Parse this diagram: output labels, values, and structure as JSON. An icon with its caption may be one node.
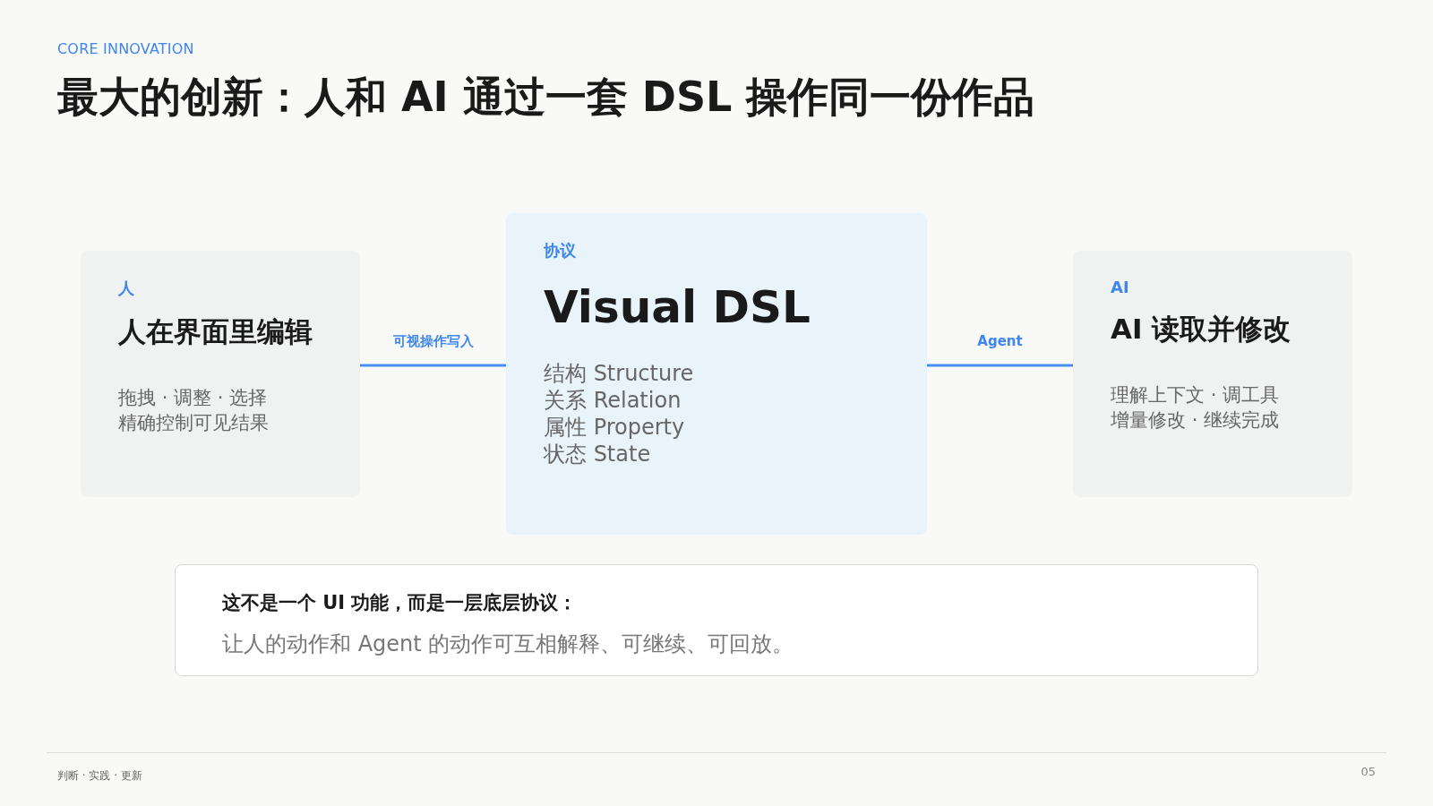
{
  "diagram": {
    "title": "最大的创新：人和 AI 通过一套 DSL 操作同一份作品",
    "nodes": [
      {
        "text": [
          "人",
          "人在界面里编辑",
          "拖拽 · 调整 · 选择",
          "精确控制可见结果"
        ]
      },
      {
        "text": [
          "协议",
          "Visual DSL",
          "结构 Structure",
          "关系 Relation",
          "属性 Property",
          "状态 State"
        ]
      },
      {
        "text": [
          "AI",
          "AI 读取并修改",
          "理解上下文 · 调工具",
          "增量修改 · 继续完成"
        ]
      },
      {
        "text": [
          "这不是一个 UI 功能，而是一层底层协议：",
          "让人的动作和 Agent 的动作可互相解释、可继续、可回放。"
        ]
      }
    ],
    "edges": [
      {
        "from": 0,
        "to": 1,
        "arrow": "none",
        "label": "可视操作写入"
      },
      {
        "from": 1,
        "to": 2,
        "arrow": "none",
        "label": "Agent"
      }
    ],
    "labels": [
      "CORE INNOVATION",
      "判断 · 实践 · 更新",
      "05"
    ]
  }
}
